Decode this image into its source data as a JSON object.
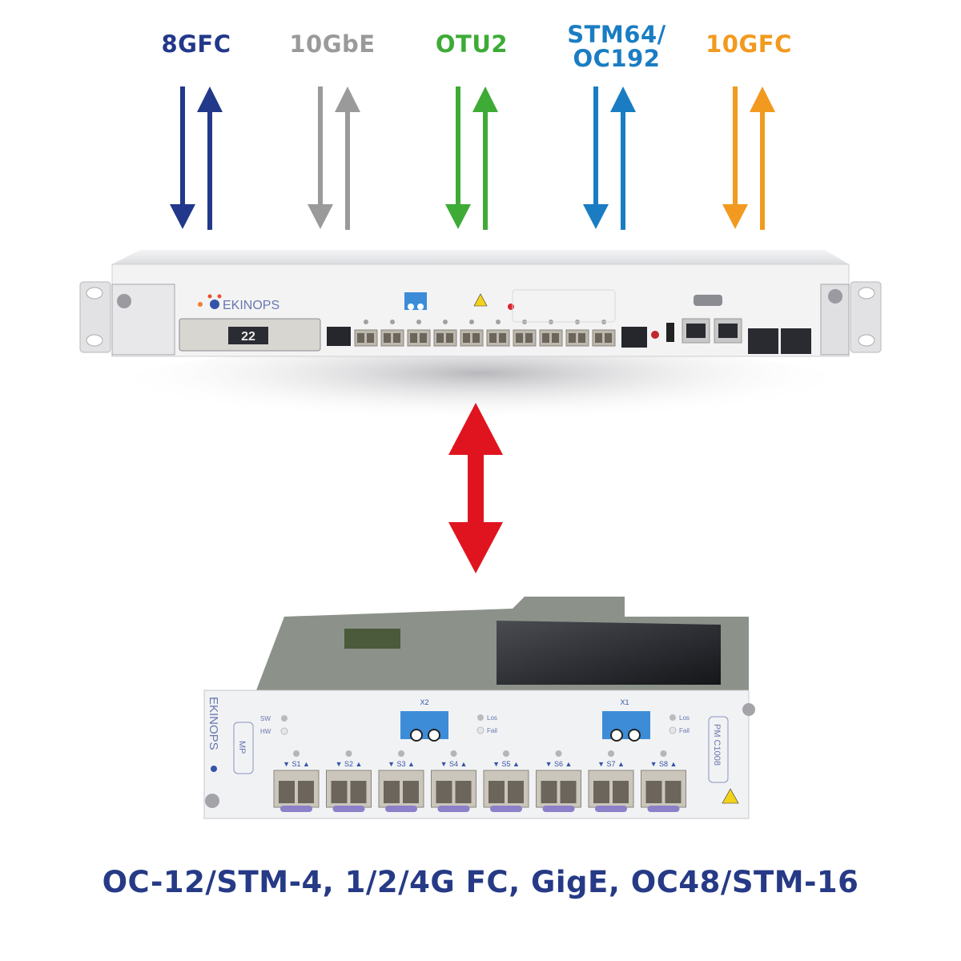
{
  "protocols": [
    {
      "label": "8GFC",
      "color": "#22388a"
    },
    {
      "label": "10GbE",
      "color": "#9a9a9a"
    },
    {
      "label": "OTU2",
      "color": "#3dab36"
    },
    {
      "label": "STM64/\nOC192",
      "color": "#1a7dc3"
    },
    {
      "label": "10GFC",
      "color": "#f29a1f"
    }
  ],
  "link_arrow_color": "#e0141e",
  "chassis": {
    "brand": "EKINOPS",
    "display": "22"
  },
  "card": {
    "brand": "EKINOPS",
    "slot_label": "MP",
    "model": "PM C1008",
    "leds_left": [
      "SW",
      "HW"
    ],
    "leds_x": [
      "Los",
      "Fail"
    ],
    "uplinks": [
      "X2",
      "X1"
    ],
    "ports": [
      "S1",
      "S2",
      "S3",
      "S4",
      "S5",
      "S6",
      "S7",
      "S8"
    ]
  },
  "caption": "OC-12/STM-4, 1/2/4G FC, GigE, OC48/STM-16"
}
